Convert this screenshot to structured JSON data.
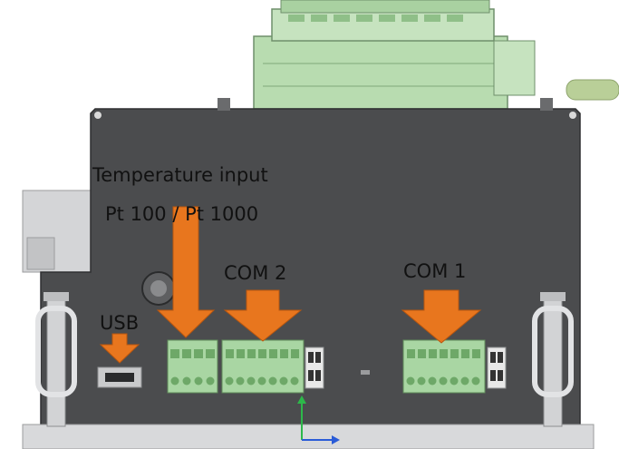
{
  "labels": {
    "temperature_input": "Temperature input",
    "sensor_type": "Pt 100 / Pt 1000",
    "com2": "COM 2",
    "com1": "COM 1",
    "usb": "USB"
  },
  "colors": {
    "arrow": "#e8761e",
    "housing": "#4b4c4e",
    "terminal_green": "#a9d6a3",
    "background": "#ffffff"
  },
  "icons": [
    "arrow-down-icon",
    "axis-triad-icon"
  ]
}
